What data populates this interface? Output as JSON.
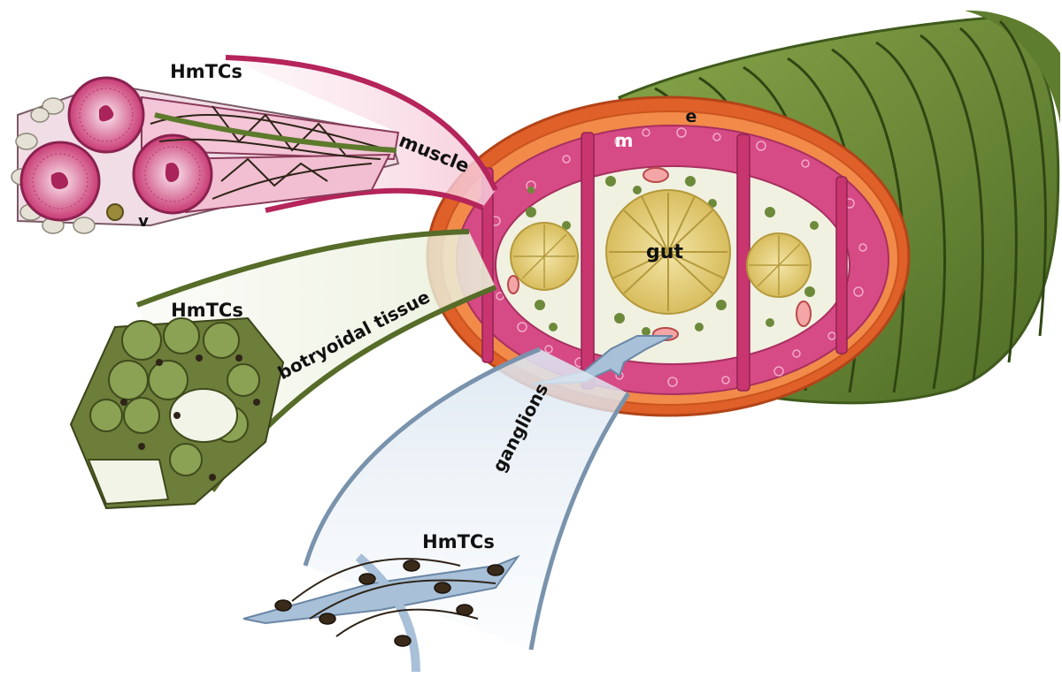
{
  "labels": {
    "hmtcs_top": "HmTCs",
    "muscle": "muscle",
    "v": "v",
    "hmtcs_mid": "HmTCs",
    "botryoidal": "botryoidal tissue",
    "hmtcs_bottom": "HmTCs",
    "ganglions": "ganglions",
    "gut": "gut",
    "m": "m",
    "e": "e"
  },
  "colors": {
    "body_green": "#6f8f38",
    "body_green_dark": "#3f5a1c",
    "epidermis_orange": "#e0602a",
    "muscle_pink": "#d64a86",
    "muscle_light": "#f2c6d6",
    "gut_yellow": "#e6cf7a",
    "botryoidal_green": "#6d7d3a",
    "ganglion_blue": "#a8c0d8",
    "hmtc_dark": "#2e2418"
  }
}
